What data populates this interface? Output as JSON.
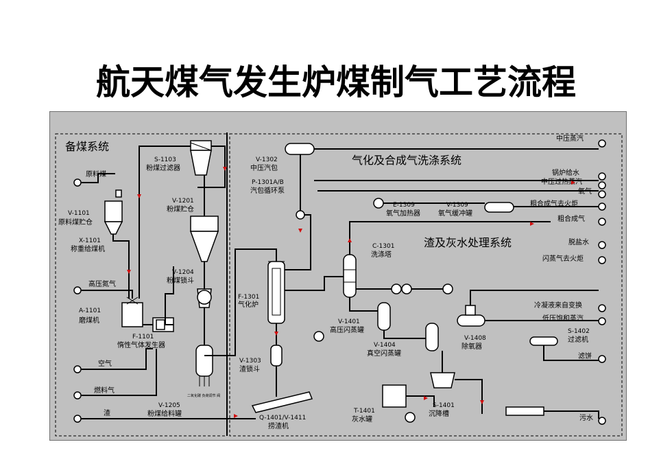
{
  "title": "航天煤气发生炉煤制气工艺流程",
  "sections": {
    "coal": "备煤系统",
    "gas_wash": "气化及合成气洗涤系统",
    "slag": "渣及灰水处理系统"
  },
  "left_inputs": [
    {
      "key": "raw_coal",
      "label": "原料煤"
    },
    {
      "key": "hp_n2",
      "label": "高压氮气"
    },
    {
      "key": "air",
      "label": "空气"
    },
    {
      "key": "fuel_gas",
      "label": "燃料气"
    },
    {
      "key": "slag_out",
      "label": "渣"
    }
  ],
  "right_utilities": [
    {
      "key": "mp_steam",
      "label": "中压蒸汽"
    },
    {
      "key": "bfw",
      "label": "锅炉给水"
    },
    {
      "key": "mp_sh_steam",
      "label": "中压过热蒸汽"
    },
    {
      "key": "o2",
      "label": "氧气"
    },
    {
      "key": "crude_flare",
      "label": "粗合成气去火炬"
    },
    {
      "key": "crude_syngas",
      "label": "粗合成气"
    },
    {
      "key": "desalt_water",
      "label": "脱盐水"
    },
    {
      "key": "flash_flare",
      "label": "闪蒸气去火炬"
    },
    {
      "key": "condensate",
      "label": "冷凝液来自变换"
    },
    {
      "key": "lp_sat_steam",
      "label": "低压饱和蒸汽"
    },
    {
      "key": "filter_cake",
      "label": "滤饼"
    },
    {
      "key": "waste_water",
      "label": "污水"
    }
  ],
  "equipment": [
    {
      "key": "s1103",
      "tag": "S-1103",
      "name": "粉煤过滤器"
    },
    {
      "key": "v1101",
      "tag": "V-1101",
      "name": "原料煤贮仓"
    },
    {
      "key": "x1101",
      "tag": "X-1101",
      "name": "称重给煤机"
    },
    {
      "key": "v1201",
      "tag": "V-1201",
      "name": "粉煤贮仓"
    },
    {
      "key": "v1204",
      "tag": "V-1204",
      "name": "粉煤锁斗"
    },
    {
      "key": "a1101",
      "tag": "A-1101",
      "name": "磨煤机"
    },
    {
      "key": "f1101",
      "tag": "F-1101",
      "name": "惰性气体发生器"
    },
    {
      "key": "v1205",
      "tag": "V-1205",
      "name": "粉煤给料罐"
    },
    {
      "key": "v1302",
      "tag": "V-1302",
      "name": "中压汽包"
    },
    {
      "key": "p1301",
      "tag": "P-1301A/B",
      "name": "汽包循环泵"
    },
    {
      "key": "f1301",
      "tag": "F-1301",
      "name": "气化炉"
    },
    {
      "key": "c1301",
      "tag": "C-1301",
      "name": "洗涤塔"
    },
    {
      "key": "e1309",
      "tag": "E-1309",
      "name": "氧气加热器"
    },
    {
      "key": "v1309",
      "tag": "V-1309",
      "name": "氧气缓冲罐"
    },
    {
      "key": "v1303",
      "tag": "V-1303",
      "name": "渣锁斗"
    },
    {
      "key": "v1401",
      "tag": "V-1401",
      "name": "高压闪蒸罐"
    },
    {
      "key": "v1404",
      "tag": "V-1404",
      "name": "真空闪蒸罐"
    },
    {
      "key": "v1408",
      "tag": "V-1408",
      "name": "除氧器"
    },
    {
      "key": "s1402",
      "tag": "S-1402",
      "name": "过滤机"
    },
    {
      "key": "t1401",
      "tag": "T-1401",
      "name": "灰水罐"
    },
    {
      "key": "s1401",
      "tag": "S-1401",
      "name": "沉降槽"
    },
    {
      "key": "q1401",
      "tag": "Q-1401/V-1411",
      "name": "捞渣机"
    }
  ],
  "small_note": "二氧化碳\n负荷调节\n阀",
  "colors": {
    "panel": "#c0c0c0",
    "flow_arrow": "#d01010",
    "line": "#000000"
  },
  "icons": [
    "inlet-terminal-icon",
    "outlet-terminal-icon",
    "pump-icon",
    "heat-exchanger-icon",
    "flow-arrow-icon"
  ]
}
